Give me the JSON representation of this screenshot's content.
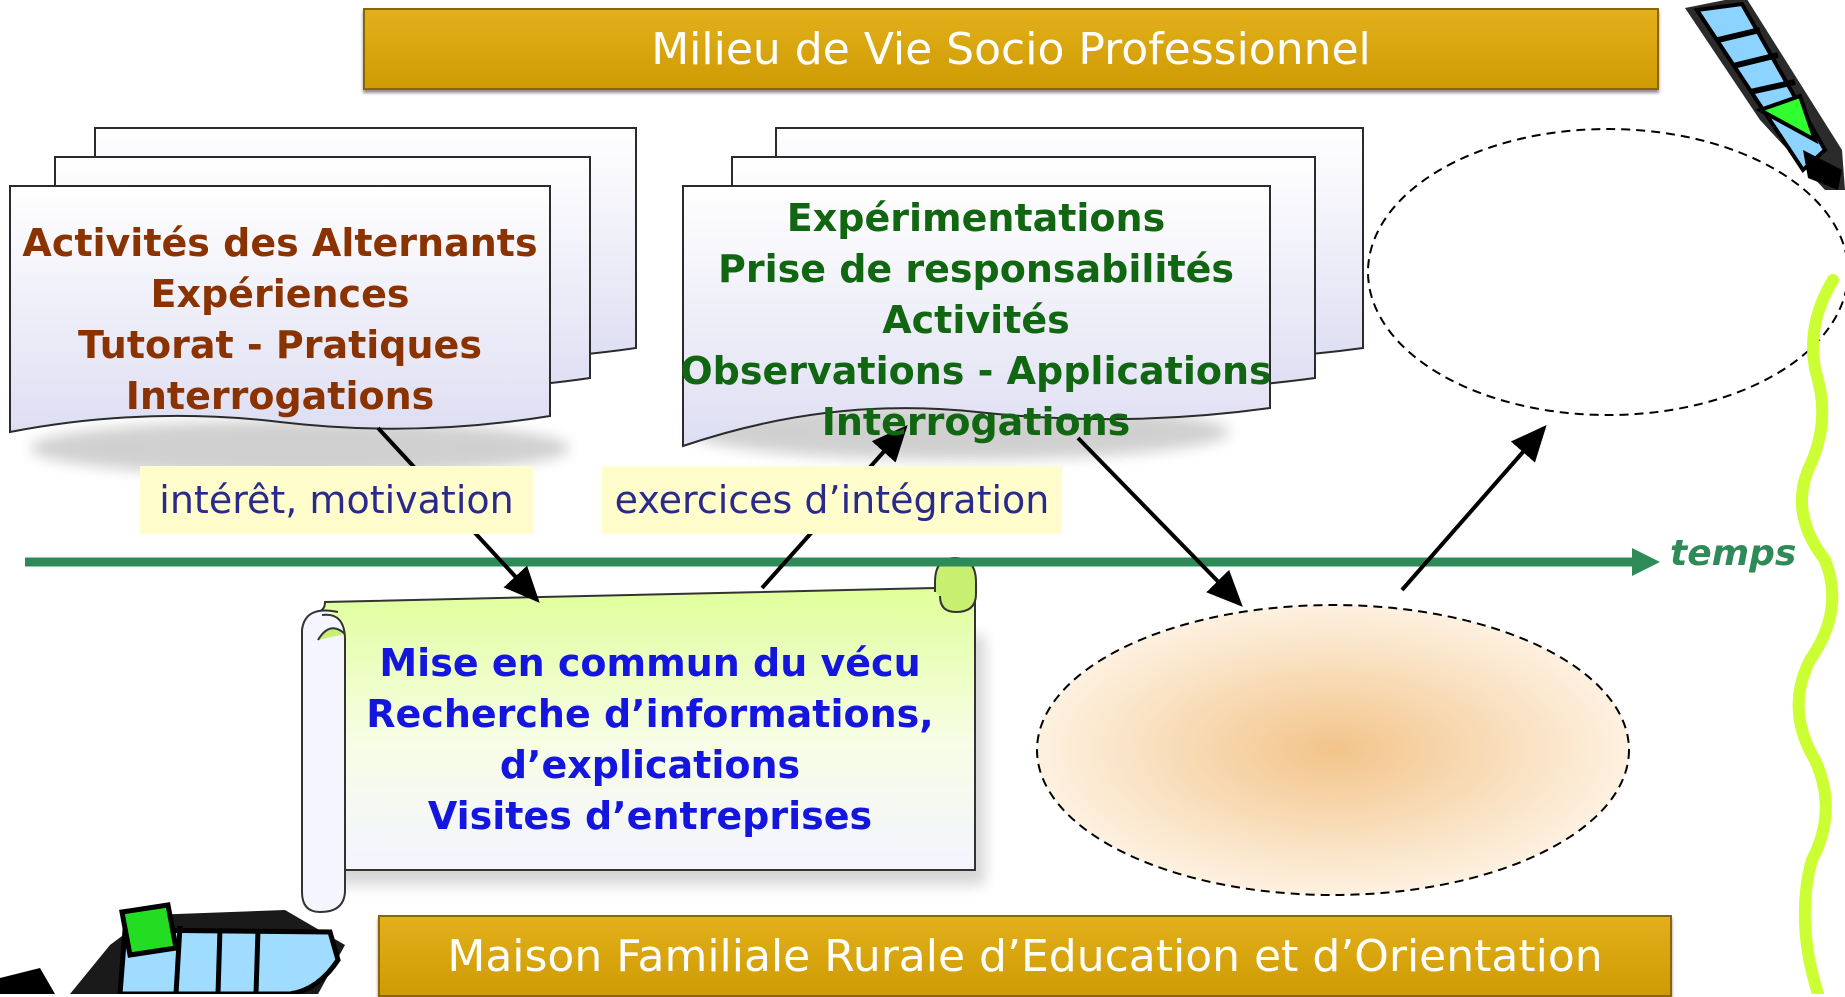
{
  "header": {
    "title": "Milieu de Vie Socio Professionnel"
  },
  "footer": {
    "title": "Maison Familiale Rurale d’Education et d’Orientation"
  },
  "time_axis": {
    "label": "temps"
  },
  "documents": {
    "left": {
      "lines": [
        "Activités des Alternants",
        "Expériences",
        "Tutorat - Pratiques",
        "Interrogations"
      ]
    },
    "middle": {
      "lines": [
        "Expérimentations",
        "Prise de responsabilités",
        "Activités",
        "Observations - Applications",
        "Interrogations"
      ]
    }
  },
  "scroll": {
    "lines": [
      "Mise en commun du vécu",
      "Recherche d’informations,",
      "d’explications",
      "Visites d’entreprises"
    ]
  },
  "labels": {
    "interest": "intérêt, motivation",
    "exercises": "exercices d’intégration"
  },
  "colors": {
    "band": "#d9a60f",
    "left_text": "#8b3300",
    "middle_text": "#116611",
    "scroll_text": "#1515e0",
    "axis": "#2e8b57",
    "label_bg": "#fffdcc",
    "label_text": "#2a2a8c",
    "ellipse_fill": "#f4c88f",
    "squiggle": "#ccff33"
  }
}
